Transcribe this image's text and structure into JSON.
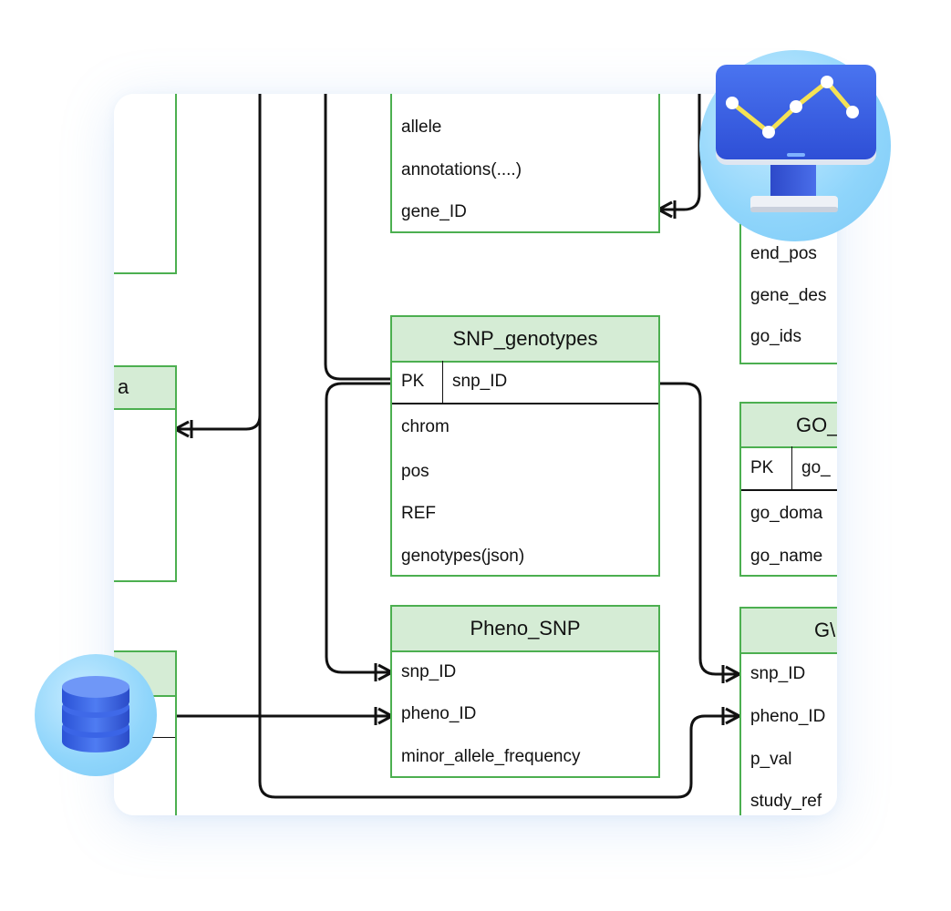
{
  "diagram": {
    "entities": {
      "left_top": {
        "fields": []
      },
      "left_mid": {
        "title_fragment": "a",
        "fields": []
      },
      "left_bottom": {
        "fields": []
      },
      "snp_annotation": {
        "fields": [
          "allele",
          "annotations(....)",
          "gene_ID"
        ]
      },
      "gene": {
        "fields": [
          "end_pos",
          "gene_des",
          "go_ids"
        ]
      },
      "snp_genotypes": {
        "title": "SNP_genotypes",
        "pk_label": "PK",
        "pk_field": "snp_ID",
        "fields": [
          "chrom",
          "pos",
          "REF",
          "genotypes(json)"
        ]
      },
      "go": {
        "title": "GO_",
        "pk_label": "PK",
        "pk_field": "go_",
        "fields": [
          "go_doma",
          "go_name"
        ]
      },
      "pheno_snp": {
        "title": "Pheno_SNP",
        "fields": [
          "snp_ID",
          "pheno_ID",
          "minor_allele_frequency"
        ]
      },
      "gwas": {
        "title": "G\\",
        "fields": [
          "snp_ID",
          "pheno_ID",
          "p_val",
          "study_ref"
        ]
      }
    }
  },
  "badges": {
    "monitor": {
      "icon": "monitor-chart-icon",
      "accent": "#3d5fe0"
    },
    "database": {
      "icon": "database-icon",
      "accent": "#3d6fe8"
    }
  },
  "colors": {
    "entity_border": "#4caf50",
    "entity_header": "#d5ecd5"
  }
}
